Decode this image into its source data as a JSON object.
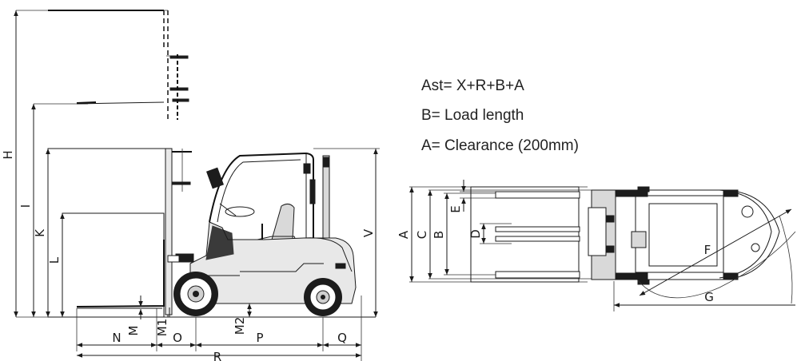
{
  "legend": {
    "formula": "Ast= X+R+B+A",
    "load_length": "B= Load length",
    "clearance": "A= Clearance (200mm)"
  },
  "side_view_labels": {
    "H": "H",
    "I": "I",
    "K": "K",
    "L": "L",
    "V": "V",
    "N": "N",
    "M": "M",
    "M1": "M1",
    "O": "O",
    "M2": "M2",
    "P": "P",
    "Q": "Q",
    "R": "R"
  },
  "top_view_labels": {
    "A": "A",
    "C": "C",
    "B": "B",
    "D": "D",
    "E": "E",
    "F": "F",
    "G": "G"
  }
}
